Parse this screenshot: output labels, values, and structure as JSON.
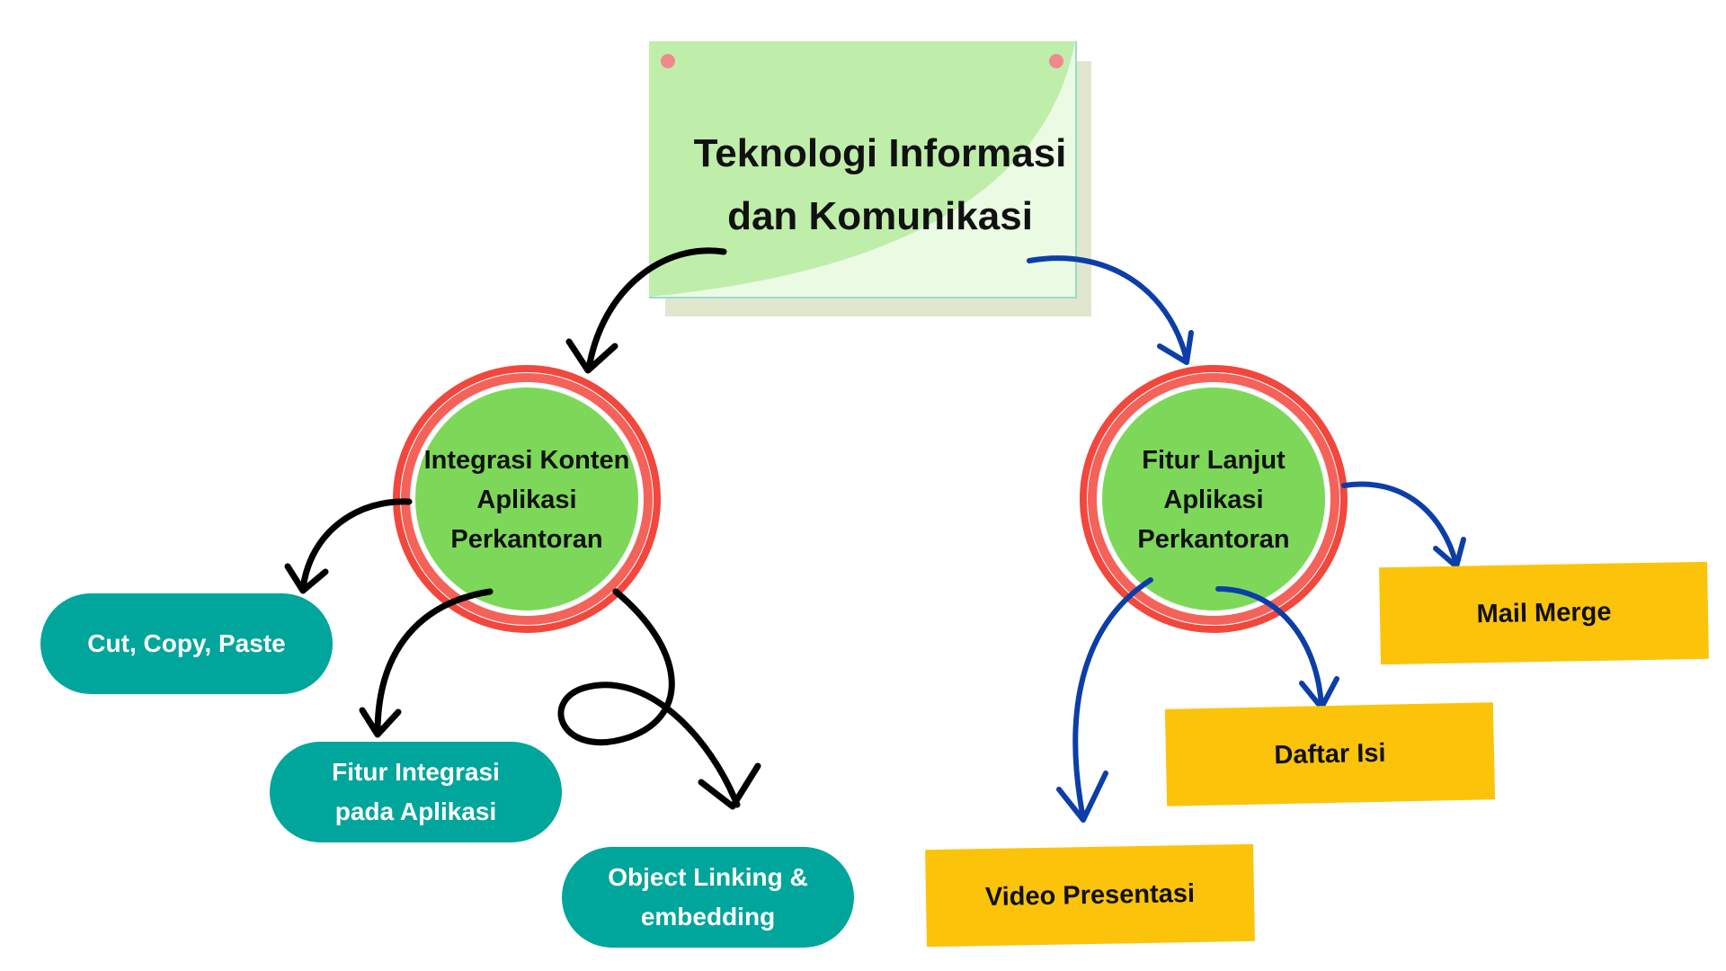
{
  "main_topic": {
    "title": "Teknologi Informasi dan Komunikasi"
  },
  "branches": [
    {
      "title": "Integrasi Konten Aplikasi Perkantoran",
      "children": [
        "Cut, Copy, Paste",
        "Fitur Integrasi pada Aplikasi",
        "Object Linking & embedding"
      ]
    },
    {
      "title": "Fitur Lanjut Aplikasi Perkantoran",
      "children": [
        "Mail Merge",
        "Daftar Isi",
        "Video Presentasi"
      ]
    }
  ],
  "colors": {
    "note_dark": "#bfeeab",
    "note_light": "#ebfbe3",
    "circle_fill": "#7dd859",
    "circle_ring": "#f2473d",
    "pill": "#00a59c",
    "tag": "#fcc30b",
    "arrow_black": "#000000",
    "arrow_blue": "#0c3ea8"
  }
}
